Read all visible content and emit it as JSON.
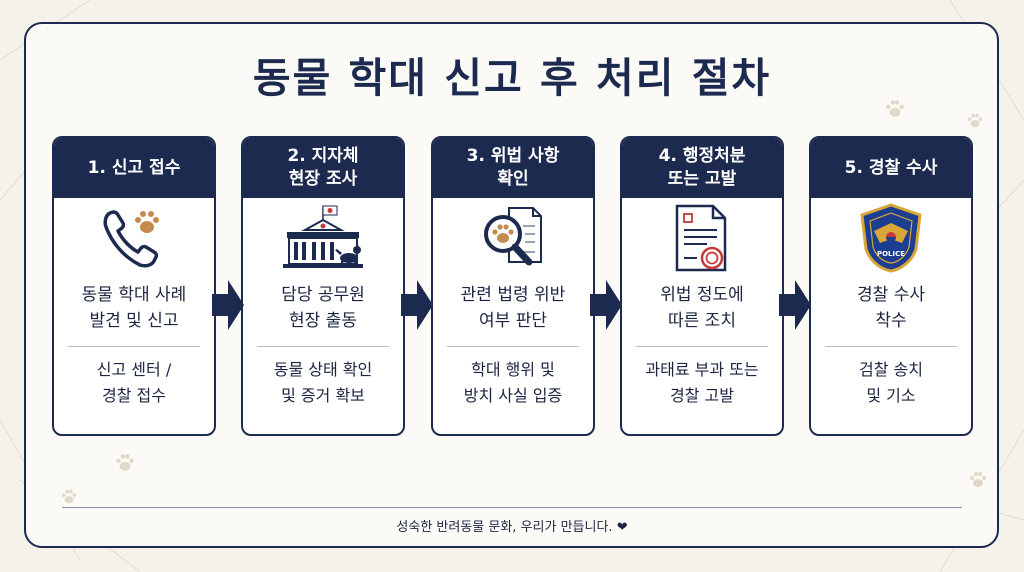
{
  "title": "동물 학대 신고 후 처리 절차",
  "colors": {
    "navy": "#1c2a4f",
    "paw_brown": "#c58a4f",
    "seal_red": "#c43a3a",
    "police_gold": "#d9a63a"
  },
  "steps": [
    {
      "label": "1. 신고 접수",
      "main": "동물 학대 사례\n발견 및 신고",
      "sub": "신고 센터 /\n경찰 접수",
      "icon": "phone-paw-icon"
    },
    {
      "label": "2. 지자체\n현장 조사",
      "main": "담당 공무원\n현장 출동",
      "sub": "동물 상태 확인\n및 증거 확보",
      "icon": "government-building-icon"
    },
    {
      "label": "3. 위법 사항\n확인",
      "main": "관련 법령 위반\n여부 판단",
      "sub": "학대 행위 및\n방치 사실 입증",
      "icon": "magnifier-document-icon"
    },
    {
      "label": "4. 행정처분\n또는 고발",
      "main": "위법 정도에\n따른 조치",
      "sub": "과태료 부과 또는\n경찰 고발",
      "icon": "sealed-document-icon"
    },
    {
      "label": "5. 경찰 수사",
      "main": "경찰 수사\n착수",
      "sub": "검찰 송치\n및 기소",
      "icon": "police-badge-icon",
      "badge_text": "POLICE"
    }
  ],
  "footer": "성숙한 반려동물 문화, 우리가 만듭니다. ❤"
}
